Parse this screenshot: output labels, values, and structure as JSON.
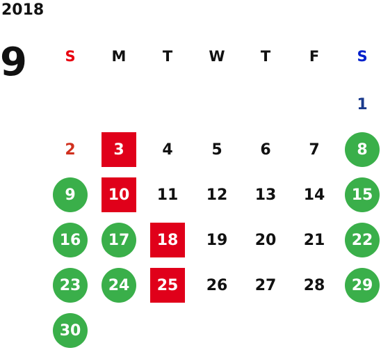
{
  "calendar": {
    "year": "2018",
    "month": "9",
    "weekdays": [
      "S",
      "M",
      "T",
      "W",
      "T",
      "F",
      "S"
    ],
    "colors": {
      "sunday": "#e8000f",
      "saturday": "#0020cc",
      "holiday_circle": "#3aaf4a",
      "highlight_square": "#e0001a"
    },
    "days": [
      {
        "day": "1",
        "col": 6,
        "row": 0,
        "style": "sat-text"
      },
      {
        "day": "2",
        "col": 0,
        "row": 1,
        "style": "sun-text"
      },
      {
        "day": "3",
        "col": 1,
        "row": 1,
        "style": "square"
      },
      {
        "day": "4",
        "col": 2,
        "row": 1,
        "style": "plain"
      },
      {
        "day": "5",
        "col": 3,
        "row": 1,
        "style": "plain"
      },
      {
        "day": "6",
        "col": 4,
        "row": 1,
        "style": "plain"
      },
      {
        "day": "7",
        "col": 5,
        "row": 1,
        "style": "plain"
      },
      {
        "day": "8",
        "col": 6,
        "row": 1,
        "style": "circle"
      },
      {
        "day": "9",
        "col": 0,
        "row": 2,
        "style": "circle"
      },
      {
        "day": "10",
        "col": 1,
        "row": 2,
        "style": "square"
      },
      {
        "day": "11",
        "col": 2,
        "row": 2,
        "style": "plain"
      },
      {
        "day": "12",
        "col": 3,
        "row": 2,
        "style": "plain"
      },
      {
        "day": "13",
        "col": 4,
        "row": 2,
        "style": "plain"
      },
      {
        "day": "14",
        "col": 5,
        "row": 2,
        "style": "plain"
      },
      {
        "day": "15",
        "col": 6,
        "row": 2,
        "style": "circle"
      },
      {
        "day": "16",
        "col": 0,
        "row": 3,
        "style": "circle"
      },
      {
        "day": "17",
        "col": 1,
        "row": 3,
        "style": "circle"
      },
      {
        "day": "18",
        "col": 2,
        "row": 3,
        "style": "square"
      },
      {
        "day": "19",
        "col": 3,
        "row": 3,
        "style": "plain"
      },
      {
        "day": "20",
        "col": 4,
        "row": 3,
        "style": "plain"
      },
      {
        "day": "21",
        "col": 5,
        "row": 3,
        "style": "plain"
      },
      {
        "day": "22",
        "col": 6,
        "row": 3,
        "style": "circle"
      },
      {
        "day": "23",
        "col": 0,
        "row": 4,
        "style": "circle"
      },
      {
        "day": "24",
        "col": 1,
        "row": 4,
        "style": "circle"
      },
      {
        "day": "25",
        "col": 2,
        "row": 4,
        "style": "square"
      },
      {
        "day": "26",
        "col": 3,
        "row": 4,
        "style": "plain"
      },
      {
        "day": "27",
        "col": 4,
        "row": 4,
        "style": "plain"
      },
      {
        "day": "28",
        "col": 5,
        "row": 4,
        "style": "plain"
      },
      {
        "day": "29",
        "col": 6,
        "row": 4,
        "style": "circle"
      },
      {
        "day": "30",
        "col": 0,
        "row": 5,
        "style": "circle"
      }
    ]
  }
}
